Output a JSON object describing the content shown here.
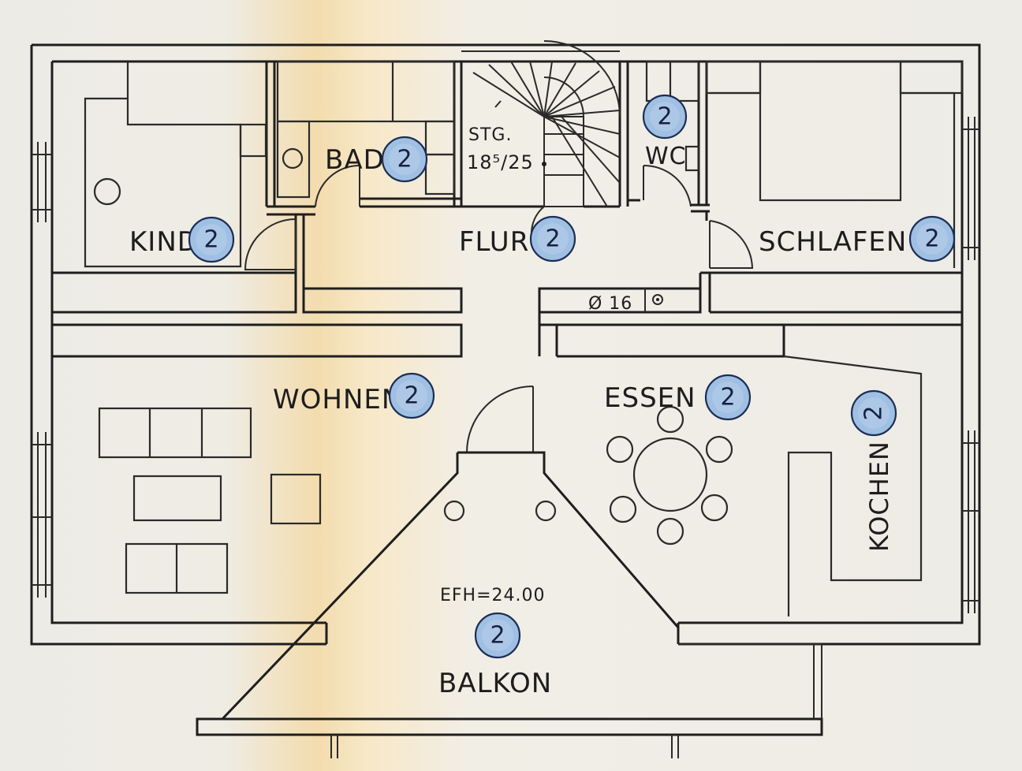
{
  "rooms": {
    "kind": "KIND",
    "bad": "BAD",
    "stg": "STG.",
    "stg_dim": "18⁵/25",
    "wc": "WC",
    "flur": "FLUR",
    "schlafen": "SCHLAFEN",
    "chimney": "Ø 16",
    "wohnen": "WOHNEN",
    "essen": "ESSEN",
    "kochen": "KOCHEN",
    "efh": "EFH=24.00",
    "balkon": "BALKON"
  },
  "badges": {
    "kind": "2",
    "bad": "2",
    "wc": "2",
    "flur": "2",
    "schlafen": "2",
    "wohnen": "2",
    "essen": "2",
    "kochen": "2",
    "balkon": "2"
  },
  "colors": {
    "ink": "#1e1e1e",
    "badge_fill": "#9fbfe3",
    "badge_stroke": "#1c2e55",
    "paper_left": "#ecebe6",
    "paper_fold": "#f3dcae"
  }
}
